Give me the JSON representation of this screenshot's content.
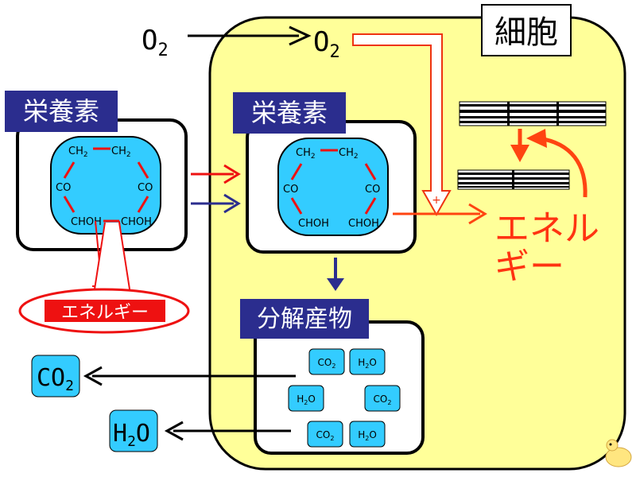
{
  "cell_label": "細胞",
  "oxygen": {
    "outside": "O",
    "inside": "O",
    "sub": "2"
  },
  "nutrient_label": "栄養素",
  "molecule": {
    "top_left": "CH",
    "top_right": "CH",
    "sub": "2",
    "mid_left": "CO",
    "mid_right": "CO",
    "bottom_left": "CHOH",
    "bottom_right": "CHOH"
  },
  "bond_energy_label": "エネルギー",
  "energy_label_line1": "エネル",
  "energy_label_line2": "ギー",
  "decomposition_label": "分解産物",
  "products": {
    "co2": {
      "base": "CO",
      "sub": "2"
    },
    "h2o": {
      "base1": "H",
      "sub": "2",
      "base2": "O"
    }
  },
  "plus_sign": "+",
  "colors": {
    "cell_fill": "#ffff99",
    "nutrient_header": "#2b2d8e",
    "molecule_fill": "#33ccff",
    "red_arrow": "#ee1111",
    "energy_arrow": "#ff4411",
    "blue_arrow": "#2b2d8e"
  }
}
